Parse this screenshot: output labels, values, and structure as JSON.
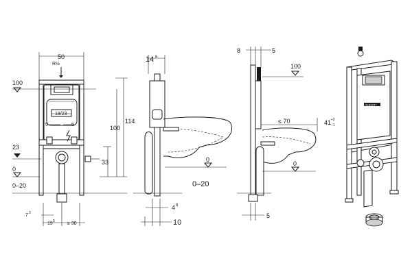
{
  "front_view": {
    "width": "50",
    "thread": "R½",
    "top_level": "100",
    "stud_spacing": "18/23",
    "spacing_left": "5",
    "spacing_right": "5",
    "total_height": "114",
    "frame_height": "100",
    "inlet_height": "33",
    "inlet_level": "23",
    "floor_level": "0",
    "floor_range": "0–20",
    "offset_small": "7",
    "offset_small_sup": "3",
    "offset_drain": "19",
    "offset_drain_sup": "5",
    "offset_min": "≥ 30"
  },
  "side_view": {
    "depth_top": "14",
    "depth_top_sup": "5",
    "floor_level": "0",
    "floor_range": "0–20",
    "depth_bottom": "4",
    "depth_bottom_sup": "8",
    "depth_total": "10"
  },
  "side_view_2": {
    "dim_left": "8",
    "dim_right": "5",
    "top_level": "100",
    "max_reach": "≤ 70",
    "bowl_height": "41",
    "bowl_tol_plus": "+2",
    "bowl_tol_minus": "−1",
    "floor_level": "0",
    "bottom_dim": "5"
  },
  "iso_view": {
    "brand": "GEBERIT"
  }
}
